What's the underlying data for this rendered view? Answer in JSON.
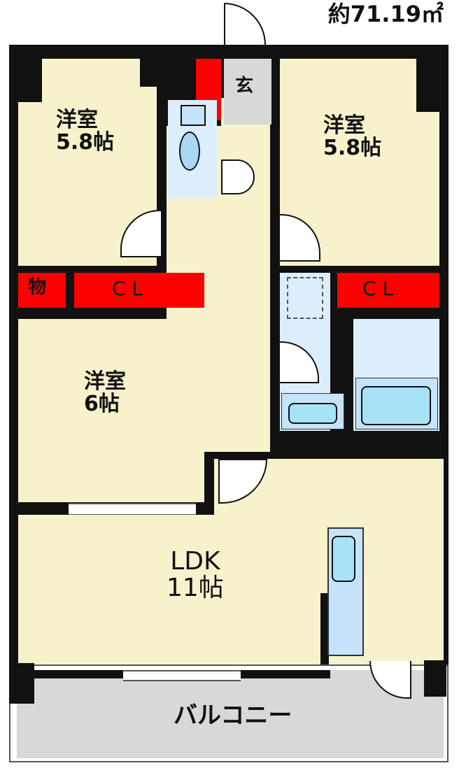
{
  "area": "約71.19㎡",
  "rooms": {
    "bedroom_top_left": {
      "name": "洋室",
      "size": "5.8帖"
    },
    "bedroom_top_right": {
      "name": "洋室",
      "size": "5.8帖"
    },
    "bedroom_middle_left": {
      "name": "洋室",
      "size": "6帖"
    },
    "ldk": {
      "name": "LDK",
      "size": "11帖"
    },
    "entrance": "玄",
    "storage": "物",
    "closet_left": "C L",
    "closet_right": "C L",
    "balcony": "バルコニー"
  },
  "colors": {
    "room": "#f7f2cb",
    "wet_area": "#dcedfb",
    "storage": "#ff0000",
    "balcony": "#d8d8d8",
    "wall": "#111111"
  }
}
